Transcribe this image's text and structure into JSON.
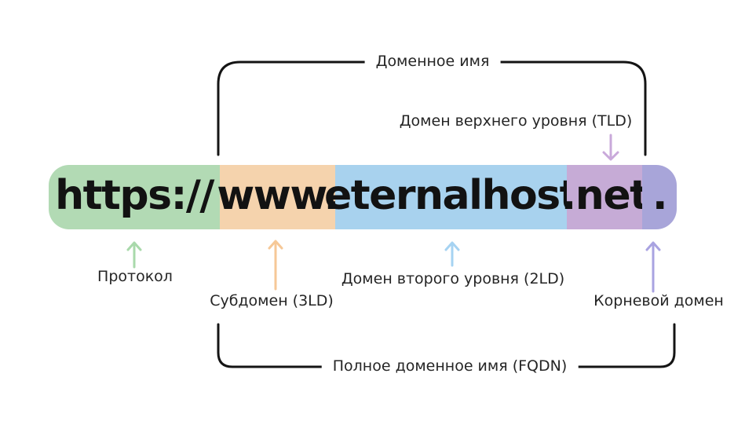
{
  "canvas": {
    "background": "#ffffff"
  },
  "url_bar": {
    "full_text": "https://www.eternalhost.net.",
    "segments": [
      {
        "name": "protocol",
        "text": "https://",
        "color": "#b2dab4"
      },
      {
        "name": "subdomain",
        "text": "www.",
        "color": "#f5d3ad"
      },
      {
        "name": "second-level-domain",
        "text": "eternalhost",
        "color": "#a8d2ee"
      },
      {
        "name": "top-level-domain",
        "text": ".net",
        "color": "#c6abd6"
      },
      {
        "name": "root-domain",
        "text": ".",
        "color": "#a8a5d9"
      }
    ]
  },
  "brackets": {
    "top": {
      "label": "Доменное имя",
      "color": "#141414"
    },
    "bottom": {
      "label": "Полное доменное имя (FQDN)",
      "color": "#141414"
    }
  },
  "callouts": {
    "protocol": {
      "label": "Протокол",
      "arrow_color": "#a9d9ab"
    },
    "subdomain": {
      "label": "Субдомен (3LD)",
      "arrow_color": "#f6c897"
    },
    "sld": {
      "label": "Домен второго уровня (2LD)",
      "arrow_color": "#a6d3f2"
    },
    "tld": {
      "label": "Домен верхнего уровня (TLD)",
      "arrow_color": "#c9a9da"
    },
    "root": {
      "label": "Корневой домен",
      "arrow_color": "#a9a3e1"
    }
  }
}
